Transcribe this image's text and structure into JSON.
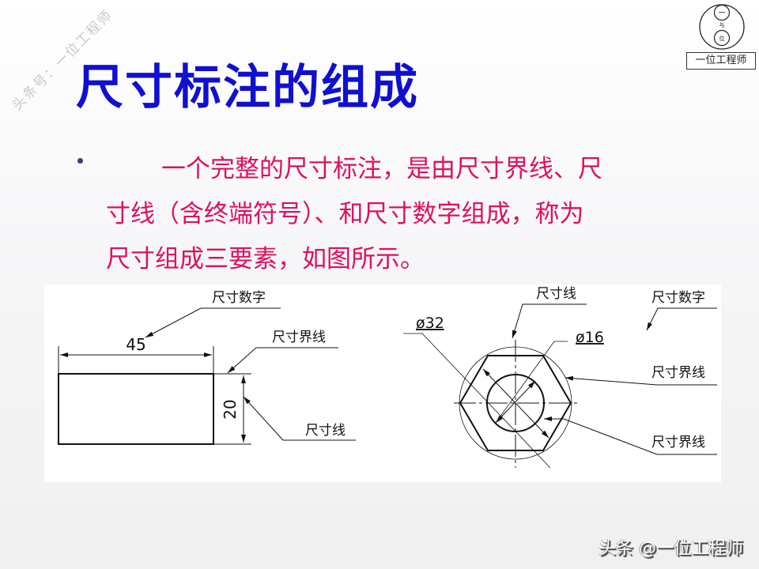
{
  "watermark": {
    "diagonal_text": "头条号：一位工程师",
    "logo_label": "一位工程师",
    "logo_top_char": "一",
    "logo_mid_char": "与",
    "logo_bottom_char": "位",
    "footer_text": "头条 @一位工程师"
  },
  "slide": {
    "title": "尺寸标注的组成",
    "title_color": "#1010d0",
    "body_color": "#e0105a",
    "bullet_lines": [
      "一个完整的尺寸标注，是由尺寸界线、尺",
      "寸线（含终端符号）、和尺寸数字组成，称为",
      "尺寸组成三要素，如图所示。"
    ]
  },
  "figure": {
    "left": {
      "dim_horizontal": "45",
      "dim_vertical": "20",
      "label_number": "尺寸数字",
      "label_ext_line": "尺寸界线",
      "label_dim_line": "尺寸线"
    },
    "right": {
      "dim_outer": "ø32",
      "dim_inner": "ø16",
      "label_dim_line": "尺寸线",
      "label_number": "尺寸数字",
      "label_ext_line_1": "尺寸界线",
      "label_ext_line_2": "尺寸界线"
    }
  }
}
